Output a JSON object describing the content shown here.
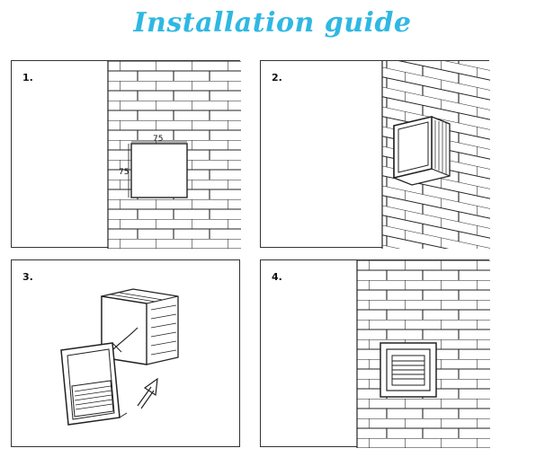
{
  "title": "Installation guide",
  "steps": [
    {
      "label": "1.",
      "dimension_top": "75",
      "dimension_side": "75"
    },
    {
      "label": "2."
    },
    {
      "label": "3."
    },
    {
      "label": "4."
    }
  ],
  "colors": {
    "title": "#2fb8e3",
    "line": "#222222"
  }
}
